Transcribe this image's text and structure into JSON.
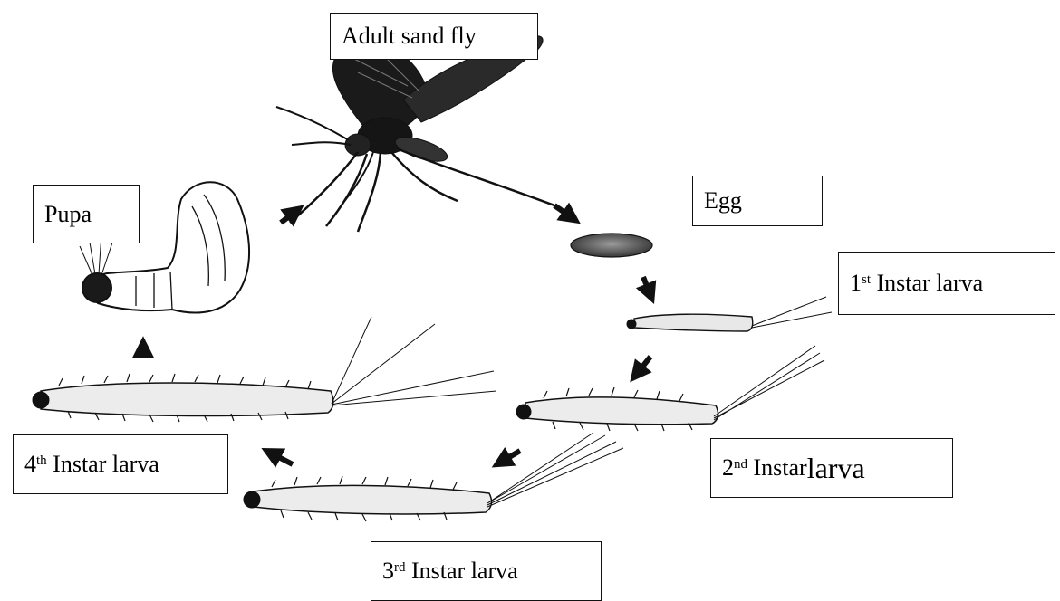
{
  "labels": {
    "adult": "Adult sand fly",
    "egg": "Egg",
    "pupa": "Pupa",
    "larva1": {
      "num": "1",
      "sup": "st",
      "text": "Instar larva"
    },
    "larva2": {
      "num": "2",
      "sup": "nd",
      "text_a": "Instar ",
      "text_b": "larva"
    },
    "larva3": {
      "num": "3",
      "sup": "rd",
      "text": "Instar larva"
    },
    "larva4": {
      "num": "4",
      "sup": "th",
      "text": "Instar larva"
    }
  }
}
